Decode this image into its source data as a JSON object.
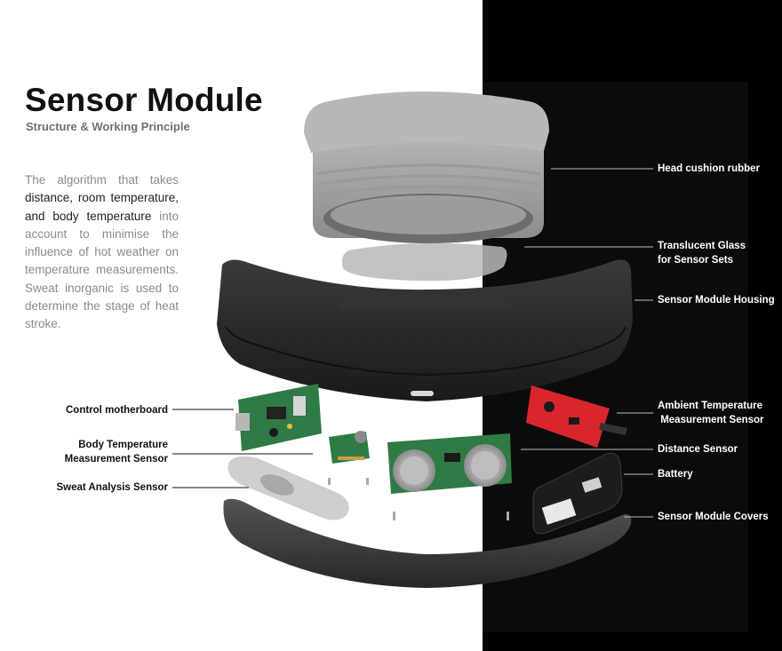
{
  "header": {
    "title": "Sensor Module",
    "subtitle": "Structure & Working Principle"
  },
  "description": {
    "part1": "The algorithm that takes ",
    "part2": "distance, room temperature, and body temperature",
    "part3": " into account to minimise the influence of hot weather on temperature measurements. Sweat inorganic is used to determine the stage of heat stroke."
  },
  "labels": {
    "head_cushion": "Head cushion rubber",
    "glass_line1": "Translucent Glass",
    "glass_line2": "for Sensor Sets",
    "housing": "Sensor Module Housing",
    "ambient_line1": "Ambient Temperature",
    "ambient_line2": "Measurement Sensor",
    "distance": "Distance Sensor",
    "battery": "Battery",
    "covers": "Sensor Module Covers",
    "motherboard": "Control motherboard",
    "body_temp_line1": "Body Temperature",
    "body_temp_line2": "Measurement Sensor",
    "sweat": "Sweat Analysis Sensor"
  },
  "colors": {
    "background_left": "#ffffff",
    "background_right": "#000000",
    "title": "#111111",
    "pcb_green": "#2f7a45",
    "pcb_red": "#d8262c",
    "cushion_gray": "#a9a9a9",
    "housing_dark": "#2a2a2a"
  }
}
